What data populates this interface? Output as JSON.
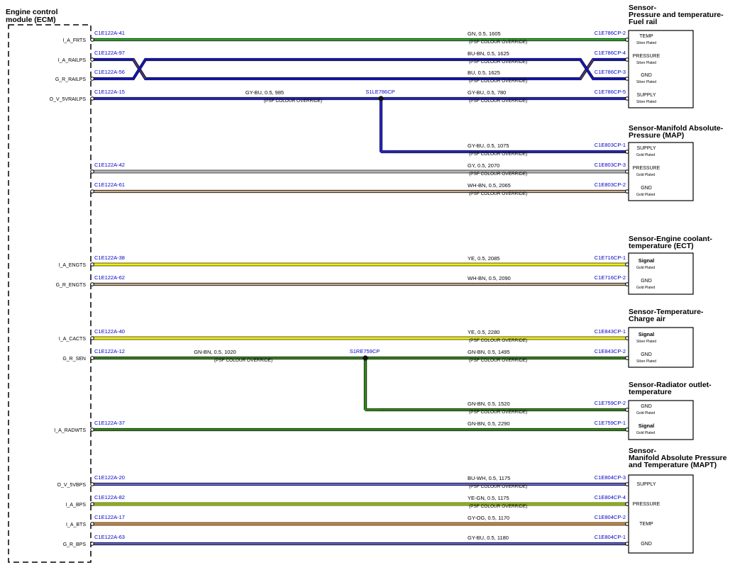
{
  "ecm": {
    "title_line1": "Engine control",
    "title_line2": "module (ECM)"
  },
  "override_text": "(PSF COLOUR OVERRIDE)",
  "colors": {
    "GN": "#22aa22",
    "BU": "#1010c8",
    "BU-BN": "#1010c8",
    "GY-BU": "#2222cc",
    "GY": "#b4b4b4",
    "WH-BN": "#9a6a3a",
    "YE": "#f0f000",
    "GN-BN": "#2e8a12",
    "BU-WH": "#1010c8",
    "YE-GN": "#c8e000",
    "GY-OG": "#cc8844"
  },
  "splices": [
    {
      "name": "S1LE786CP",
      "from_pin": "O_V_5VRAILPS",
      "to_pin": "MAP-SUPPLY"
    },
    {
      "name": "S1RE759CP",
      "from_pin": "G_R_SEN",
      "to_pin": "RAD-GND"
    }
  ],
  "sensors": [
    {
      "title_lines": [
        "Sensor-",
        "Pressure and temperature-",
        "Fuel rail"
      ],
      "pins": [
        {
          "label": "TEMP",
          "plating": "Silver Plated",
          "bold": false
        },
        {
          "label": "PRESSURE",
          "plating": "Silver Plated",
          "bold": false
        },
        {
          "label": "GND",
          "plating": "Silver Plated",
          "bold": false
        },
        {
          "label": "SUPPLY",
          "plating": "Silver Plated",
          "bold": false
        }
      ]
    },
    {
      "title_lines": [
        "Sensor-Manifold Absolute-",
        "Pressure (MAP)"
      ],
      "pins": [
        {
          "label": "SUPPLY",
          "plating": "Gold Plated",
          "bold": false
        },
        {
          "label": "PRESSURE",
          "plating": "Gold Plated",
          "bold": false
        },
        {
          "label": "GND",
          "plating": "Gold Plated",
          "bold": false
        }
      ]
    },
    {
      "title_lines": [
        "Sensor-Engine coolant-",
        "temperature (ECT)"
      ],
      "pins": [
        {
          "label": "Signal",
          "plating": "Gold Plated",
          "bold": true
        },
        {
          "label": "GND",
          "plating": "Gold Plated",
          "bold": false
        }
      ]
    },
    {
      "title_lines": [
        "Sensor-Temperature-",
        "Charge air"
      ],
      "pins": [
        {
          "label": "Signal",
          "plating": "Silver Plated",
          "bold": true
        },
        {
          "label": "GND",
          "plating": "Silver Plated",
          "bold": false
        }
      ]
    },
    {
      "title_lines": [
        "Sensor-Radiator outlet-",
        "temperature"
      ],
      "pins": [
        {
          "label": "GND",
          "plating": "Gold Plated",
          "bold": false
        },
        {
          "label": "Signal",
          "plating": "Gold Plated",
          "bold": true
        }
      ]
    },
    {
      "title_lines": [
        "Sensor-",
        "Manifold Absolute Pressure",
        "and Temperature (MAPT)"
      ],
      "pins": [
        {
          "label": "SUPPLY",
          "plating": "",
          "bold": false
        },
        {
          "label": "PRESSURE",
          "plating": "",
          "bold": false
        },
        {
          "label": "TEMP",
          "plating": "",
          "bold": false
        },
        {
          "label": "GND",
          "plating": "",
          "bold": false
        }
      ]
    }
  ],
  "wires": [
    {
      "signal": "I_A_FRTS",
      "ecm_pin": "C1E122A-41",
      "sensor_pin": "C1E786CP-2",
      "left_label": "",
      "left_override": false,
      "right_label": "GN, 0.5, 1605",
      "right_override": true,
      "color": "GN",
      "cross": false
    },
    {
      "signal": "I_A_RAILPS",
      "ecm_pin": "C1E122A-97",
      "sensor_pin": "C1E786CP-4",
      "left_label": "",
      "left_override": false,
      "right_label": "BU-BN, 0.5, 1625",
      "right_override": true,
      "color": "BU-BN",
      "cross": true
    },
    {
      "signal": "G_R_RAILPS",
      "ecm_pin": "C1E122A-56",
      "sensor_pin": "C1E786CP-3",
      "left_label": "",
      "left_override": false,
      "right_label": "BU, 0.5, 1625",
      "right_override": true,
      "color": "BU",
      "cross": true
    },
    {
      "signal": "O_V_5VRAILPS",
      "ecm_pin": "C1E122A-15",
      "sensor_pin": "C1E786CP-5",
      "left_label": "GY-BU, 0.5, 985",
      "left_override": true,
      "right_label": "GY-BU, 0.5, 780",
      "right_override": true,
      "color": "GY-BU",
      "cross": false
    },
    {
      "signal": "",
      "ecm_pin": "",
      "sensor_pin": "C1E803CP-1",
      "left_label": "",
      "left_override": false,
      "right_label": "GY-BU, 0.5, 1075",
      "right_override": true,
      "color": "GY-BU",
      "cross": false
    },
    {
      "signal": "",
      "ecm_pin": "C1E122A-42",
      "sensor_pin": "C1E803CP-3",
      "left_label": "",
      "left_override": false,
      "right_label": "GY, 0.5, 2070",
      "right_override": true,
      "color": "GY",
      "cross": false
    },
    {
      "signal": "",
      "ecm_pin": "C1E122A-61",
      "sensor_pin": "C1E803CP-2",
      "left_label": "",
      "left_override": false,
      "right_label": "WH-BN, 0.5, 2065",
      "right_override": true,
      "color": "WH-BN",
      "cross": false
    },
    {
      "signal": "I_A_ENGTS",
      "ecm_pin": "C1E122A-38",
      "sensor_pin": "C1E716CP-1",
      "left_label": "",
      "left_override": false,
      "right_label": "YE, 0.5, 2085",
      "right_override": false,
      "color": "YE",
      "cross": false
    },
    {
      "signal": "G_R_ENGTS",
      "ecm_pin": "C1E122A-62",
      "sensor_pin": "C1E716CP-2",
      "left_label": "",
      "left_override": false,
      "right_label": "WH-BN, 0.5, 2090",
      "right_override": false,
      "color": "WH-BN",
      "cross": false
    },
    {
      "signal": "I_A_CACTS",
      "ecm_pin": "C1E122A-40",
      "sensor_pin": "C1E843CP-1",
      "left_label": "",
      "left_override": false,
      "right_label": "YE, 0.5, 2280",
      "right_override": true,
      "color": "YE",
      "cross": false
    },
    {
      "signal": "G_R_SEN",
      "ecm_pin": "C1E122A-12",
      "sensor_pin": "C1E843CP-2",
      "left_label": "GN-BN, 0.5, 1020",
      "left_override": true,
      "right_label": "GN-BN, 0.5, 1495",
      "right_override": true,
      "color": "GN-BN",
      "cross": false
    },
    {
      "signal": "",
      "ecm_pin": "",
      "sensor_pin": "C1E759CP-2",
      "left_label": "",
      "left_override": false,
      "right_label": "GN-BN, 0.5, 1520",
      "right_override": true,
      "color": "GN-BN",
      "cross": false
    },
    {
      "signal": "I_A_RADWTS",
      "ecm_pin": "C1E122A-37",
      "sensor_pin": "C1E759CP-1",
      "left_label": "",
      "left_override": false,
      "right_label": "GN-BN, 0.5, 2290",
      "right_override": false,
      "color": "GN-BN",
      "cross": false
    },
    {
      "signal": "O_V_5VBPS",
      "ecm_pin": "C1E122A-20",
      "sensor_pin": "C1E804CP-3",
      "left_label": "",
      "left_override": false,
      "right_label": "BU-WH, 0.5, 1175",
      "right_override": true,
      "color": "BU-WH",
      "cross": false
    },
    {
      "signal": "I_A_BPS",
      "ecm_pin": "C1E122A-82",
      "sensor_pin": "C1E804CP-4",
      "left_label": "",
      "left_override": false,
      "right_label": "YE-GN, 0.5, 1175",
      "right_override": true,
      "color": "YE-GN",
      "cross": false
    },
    {
      "signal": "I_A_BTS",
      "ecm_pin": "C1E122A-17",
      "sensor_pin": "C1E804CP-2",
      "left_label": "",
      "left_override": false,
      "right_label": "GY-OG, 0.5, 1170",
      "right_override": false,
      "color": "GY-OG",
      "cross": false
    },
    {
      "signal": "G_R_BPS",
      "ecm_pin": "C1E122A-63",
      "sensor_pin": "C1E804CP-1",
      "left_label": "",
      "left_override": false,
      "right_label": "GY-BU, 0.5, 1180",
      "right_override": false,
      "color": "GY-BU",
      "cross": false
    }
  ]
}
